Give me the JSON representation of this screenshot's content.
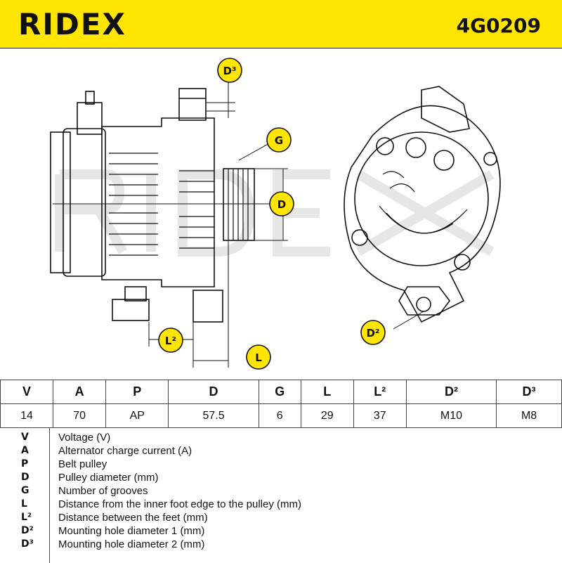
{
  "brand": "RIDEX",
  "part_number": "4G0209",
  "callouts": {
    "d3": "D³",
    "g": "G",
    "d": "D",
    "l2": "L²",
    "l": "L",
    "d2": "D²"
  },
  "specs": {
    "headers": [
      "V",
      "A",
      "P",
      "D",
      "G",
      "L",
      "L²",
      "D²",
      "D³"
    ],
    "values": [
      "14",
      "70",
      "AP",
      "57.5",
      "6",
      "29",
      "37",
      "M10",
      "M8"
    ]
  },
  "legend": [
    {
      "code": "V",
      "desc": "Voltage (V)"
    },
    {
      "code": "A",
      "desc": "Alternator charge current (A)"
    },
    {
      "code": "P",
      "desc": "Belt pulley"
    },
    {
      "code": "D",
      "desc": "Pulley diameter (mm)"
    },
    {
      "code": "G",
      "desc": "Number of grooves"
    },
    {
      "code": "L",
      "desc": "Distance from the inner foot edge to the pulley (mm)"
    },
    {
      "code": "L²",
      "desc": "Distance between the feet (mm)"
    },
    {
      "code": "D²",
      "desc": "Mounting hole diameter 1 (mm)"
    },
    {
      "code": "D³",
      "desc": "Mounting hole diameter 2 (mm)"
    }
  ],
  "colors": {
    "accent": "#ffe500",
    "ink": "#111111"
  }
}
